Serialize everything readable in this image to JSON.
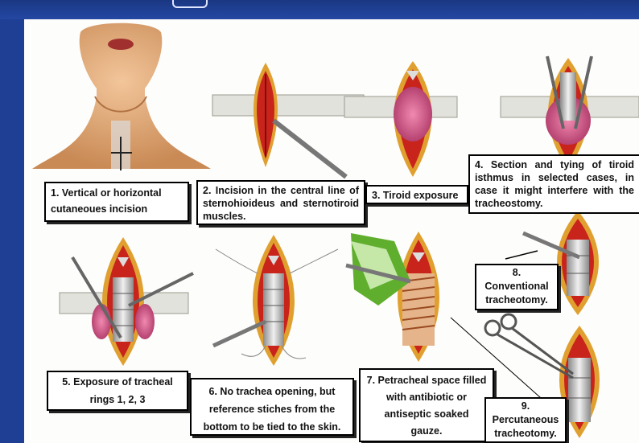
{
  "steps": [
    {
      "number": "1.",
      "text_line1": "1. Vertical or horizontal",
      "text_line2": "cutaneoues incision"
    },
    {
      "text": "2. Incision in the central line of sternohioideus and sternotiroid muscles."
    },
    {
      "text": "3. Tiroid exposure"
    },
    {
      "text": "4. Section and tying of tiroid isthmus in selected cases, in case it might interfere with the tracheostomy."
    },
    {
      "line1": "5. Exposure of tracheal",
      "line2": "rings 1, 2, 3"
    },
    {
      "line1": "6. No trachea opening, but",
      "line2": "reference stiches from the",
      "line3": "bottom to be tied to the skin."
    },
    {
      "line1": "7. Petracheal space filled",
      "line2": "with antibiotic or",
      "line3": "antiseptic soaked",
      "line4": "gauze."
    },
    {
      "number": "8.",
      "line1": "Conventional",
      "line2": "tracheotomy."
    },
    {
      "number": "9.",
      "line1": "Percutaneous",
      "line2": "tracheotomy."
    }
  ],
  "colors": {
    "background": "#1f3f95",
    "panel": "#fdfdfb",
    "tissue": "#c8241c",
    "trachea": "#c9c9c9",
    "thyroid": "#d45a8a"
  }
}
